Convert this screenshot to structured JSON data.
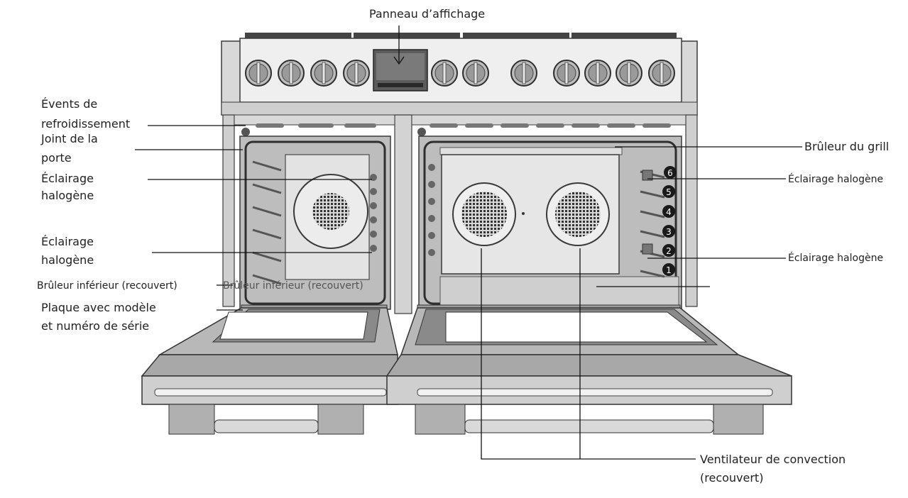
{
  "labels": {
    "display_panel": "Panneau d’affichage",
    "cooling_vents_1": "Évents de",
    "cooling_vents_2": "refroidissement",
    "door_seal_1": "Joint de la",
    "door_seal_2": "porte",
    "halogen_left_top_1": "Éclairage",
    "halogen_left_top_2": "halogène",
    "halogen_left_bottom_1": "Éclairage",
    "halogen_left_bottom_2": "halogène",
    "lower_burner_a": "Brûleur inférieur (recouvert)",
    "lower_burner_b": "Brûleur inférieur (recouvert)",
    "plate_1": "Plaque avec modèle",
    "plate_2": "et numéro de série",
    "grill_burner": "Brûleur du grill",
    "halogen_right_top": "Éclairage halogène",
    "halogen_right_bottom": "Éclairage halogène",
    "fan_1": "Ventilateur de convection",
    "fan_2": "(recouvert)"
  },
  "rack_positions": [
    "6",
    "5",
    "4",
    "3",
    "2",
    "1"
  ],
  "colors": {
    "steel": "#d6d6d6",
    "steel_dark": "#8a8a8a",
    "outline": "#3a3a3a",
    "cavity": "#bdbdbd",
    "badge": "#1a1a1a"
  }
}
